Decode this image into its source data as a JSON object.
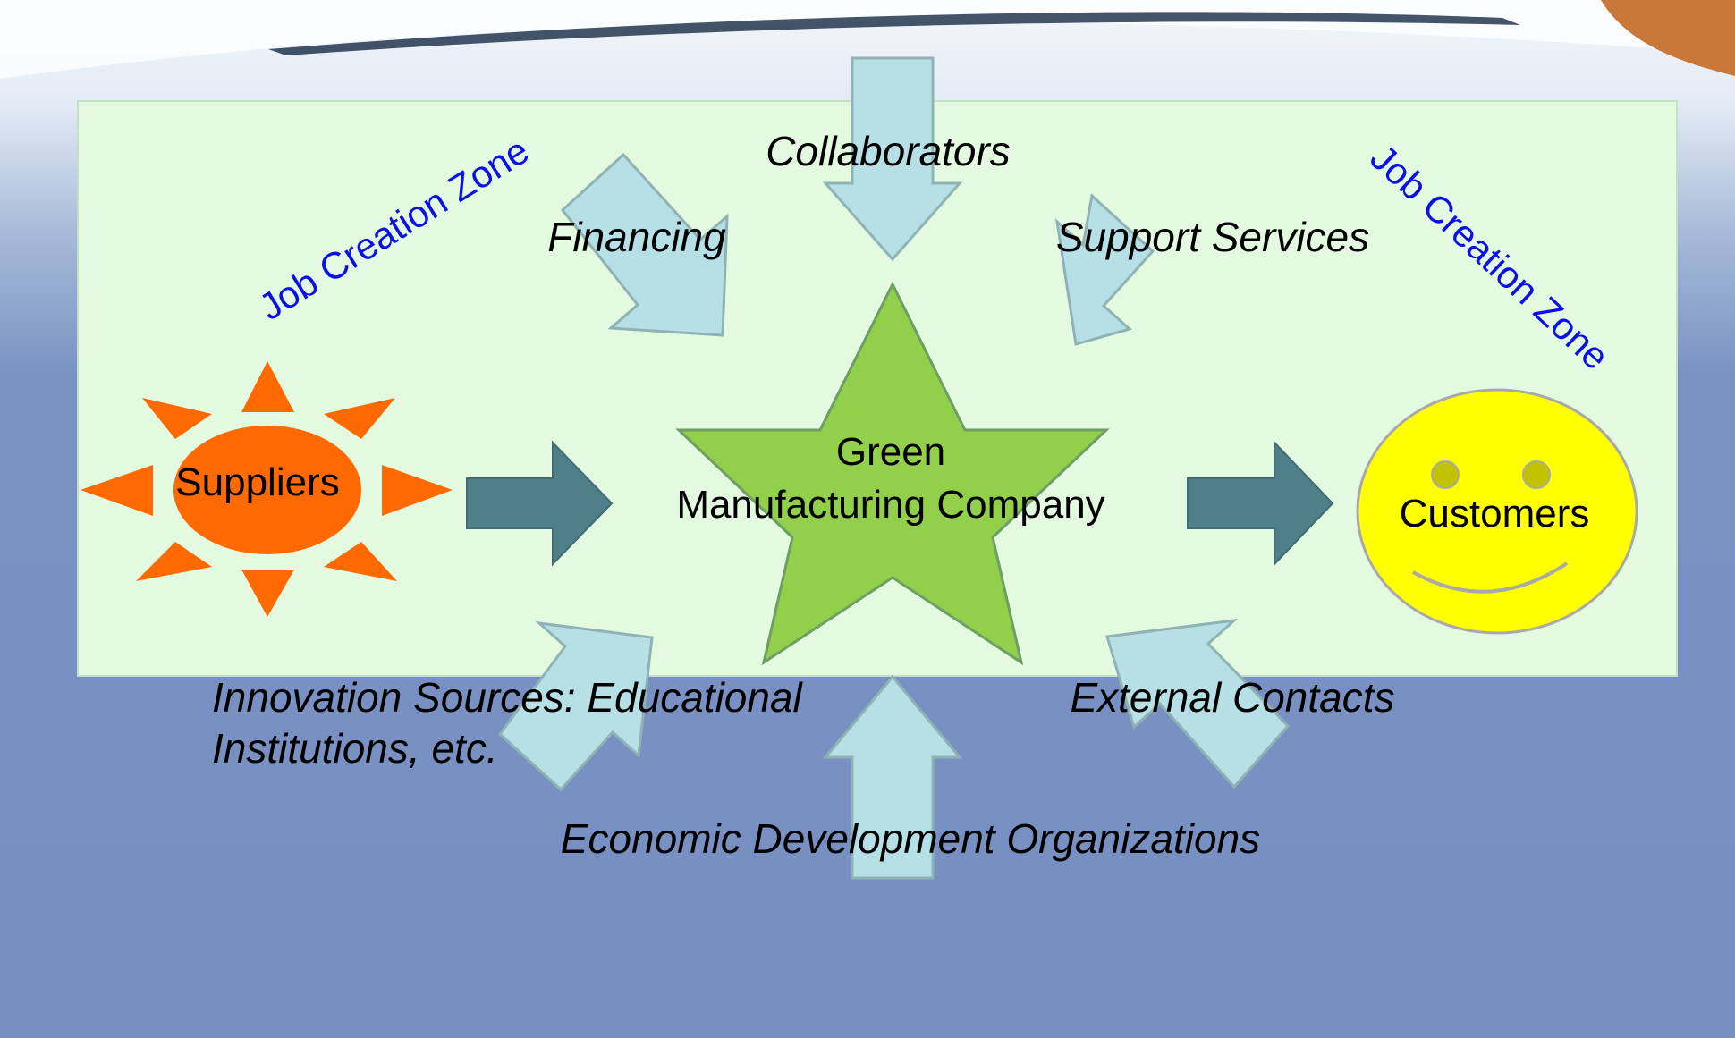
{
  "colors": {
    "zone_background": "#e3fae1",
    "light_arrow": "#b7e0e6",
    "dark_arrow": "#4f8089",
    "star": "#92cf4a",
    "sun": "#ff6a00",
    "customers_face": "#ffff00",
    "zone_text": "#0a10e6"
  },
  "zone_labels": {
    "left": "Job Creation Zone",
    "right": "Job Creation Zone"
  },
  "inputs": {
    "collaborators": "Collaborators",
    "financing": "Financing",
    "support_services": "Support Services",
    "innovation_line1": "Innovation Sources: Educational",
    "innovation_line2": "Institutions, etc.",
    "external_contacts": "External Contacts",
    "economic_development": "Economic Development Organizations"
  },
  "nodes": {
    "suppliers": "Suppliers",
    "center_line1": "Green",
    "center_line2": "Manufacturing Company",
    "customers": "Customers"
  }
}
